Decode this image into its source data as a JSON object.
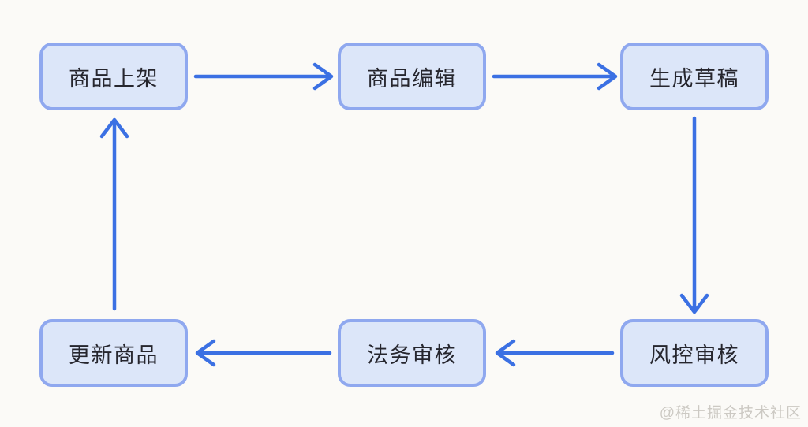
{
  "diagram": {
    "title": "product-workflow-flowchart",
    "nodes": [
      {
        "id": "product-listing",
        "label": "商品上架"
      },
      {
        "id": "product-editing",
        "label": "商品编辑"
      },
      {
        "id": "generate-draft",
        "label": "生成草稿"
      },
      {
        "id": "risk-review",
        "label": "风控审核"
      },
      {
        "id": "legal-review",
        "label": "法务审核"
      },
      {
        "id": "update-product",
        "label": "更新商品"
      }
    ],
    "edges": [
      {
        "from": "商品上架",
        "to": "商品编辑",
        "direction": "right"
      },
      {
        "from": "商品编辑",
        "to": "生成草稿",
        "direction": "right"
      },
      {
        "from": "生成草稿",
        "to": "风控审核",
        "direction": "down"
      },
      {
        "from": "风控审核",
        "to": "法务审核",
        "direction": "left"
      },
      {
        "from": "法务审核",
        "to": "更新商品",
        "direction": "left"
      },
      {
        "from": "更新商品",
        "to": "商品上架",
        "direction": "up"
      }
    ]
  },
  "watermark": {
    "text": "@稀土掘金技术社区"
  },
  "colors": {
    "background": "#fbfaf7",
    "node_fill": "#dce6f9",
    "node_border": "#8fa8ef",
    "arrow": "#3b70e3",
    "node_text": "#26262e",
    "watermark_text": "#ccc9c3"
  }
}
